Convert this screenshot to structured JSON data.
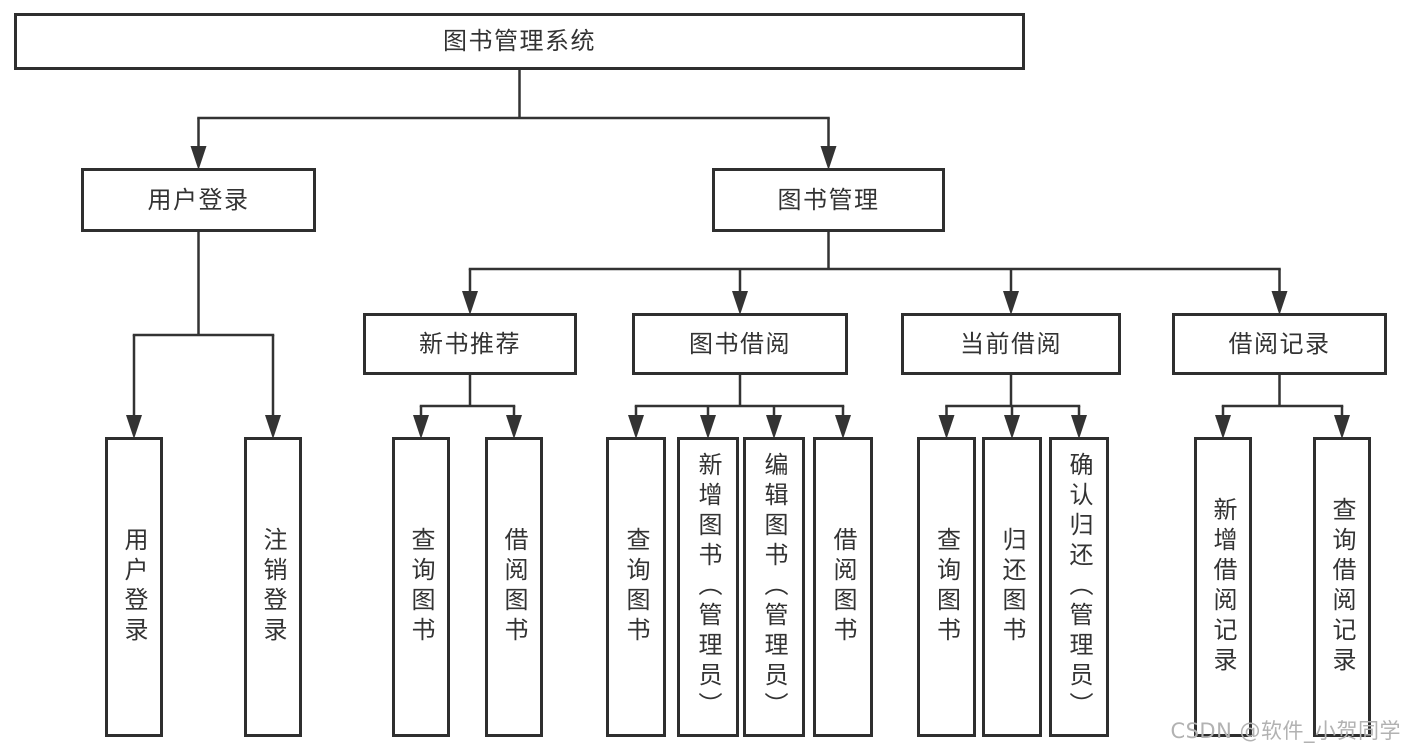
{
  "diagram": {
    "line_color": "#333333",
    "border_color": "#2f2f2f",
    "nodes": {
      "root": {
        "label": "图书管理系统"
      },
      "user_login": {
        "label": "用户登录"
      },
      "book_mgmt": {
        "label": "图书管理"
      },
      "new_rec": {
        "label": "新书推荐"
      },
      "book_borrow": {
        "label": "图书借阅"
      },
      "current_borrow": {
        "label": "当前借阅"
      },
      "borrow_records": {
        "label": "借阅记录"
      },
      "ul_login": {
        "label": "用户登录"
      },
      "ul_logout": {
        "label": "注销登录"
      },
      "nr_query": {
        "label": "查询图书"
      },
      "nr_borrow": {
        "label": "借阅图书"
      },
      "bb_query": {
        "label": "查询图书"
      },
      "bb_add": {
        "label": "新增图书（管理员）"
      },
      "bb_edit": {
        "label": "编辑图书（管理员）"
      },
      "bb_borrow": {
        "label": "借阅图书"
      },
      "cb_query": {
        "label": "查询图书"
      },
      "cb_return": {
        "label": "归还图书"
      },
      "cb_confirm": {
        "label": "确认归还（管理员）"
      },
      "br_add": {
        "label": "新增借阅记录"
      },
      "br_query": {
        "label": "查询借阅记录"
      }
    },
    "watermark": {
      "text": "CSDN @软件_小贺同学",
      "color": "#b2b2b2"
    }
  }
}
